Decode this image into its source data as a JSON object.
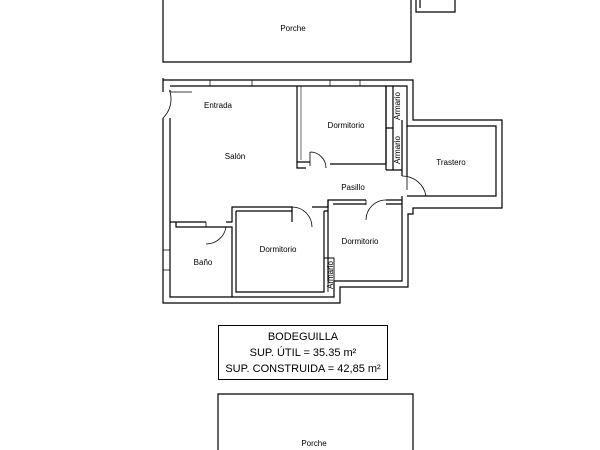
{
  "rooms": {
    "porche_top": "Porche",
    "entrada": "Entrada",
    "salon": "Salón",
    "dormitorio_1": "Dormitorio",
    "armario_1": "Armario",
    "armario_2": "Armario",
    "trastero": "Trastero",
    "pasillo": "Pasillo",
    "bano": "Baño",
    "dormitorio_2": "Dormitorio",
    "dormitorio_3": "Dormitorio",
    "armario_3": "Armario",
    "porche_bottom": "Porche"
  },
  "info": {
    "title": "BODEGUILLA",
    "sup_util": "SUP. ÚTIL = 35.35 m²",
    "sup_construida": "SUP. CONSTRUIDA = 42,85 m²"
  }
}
